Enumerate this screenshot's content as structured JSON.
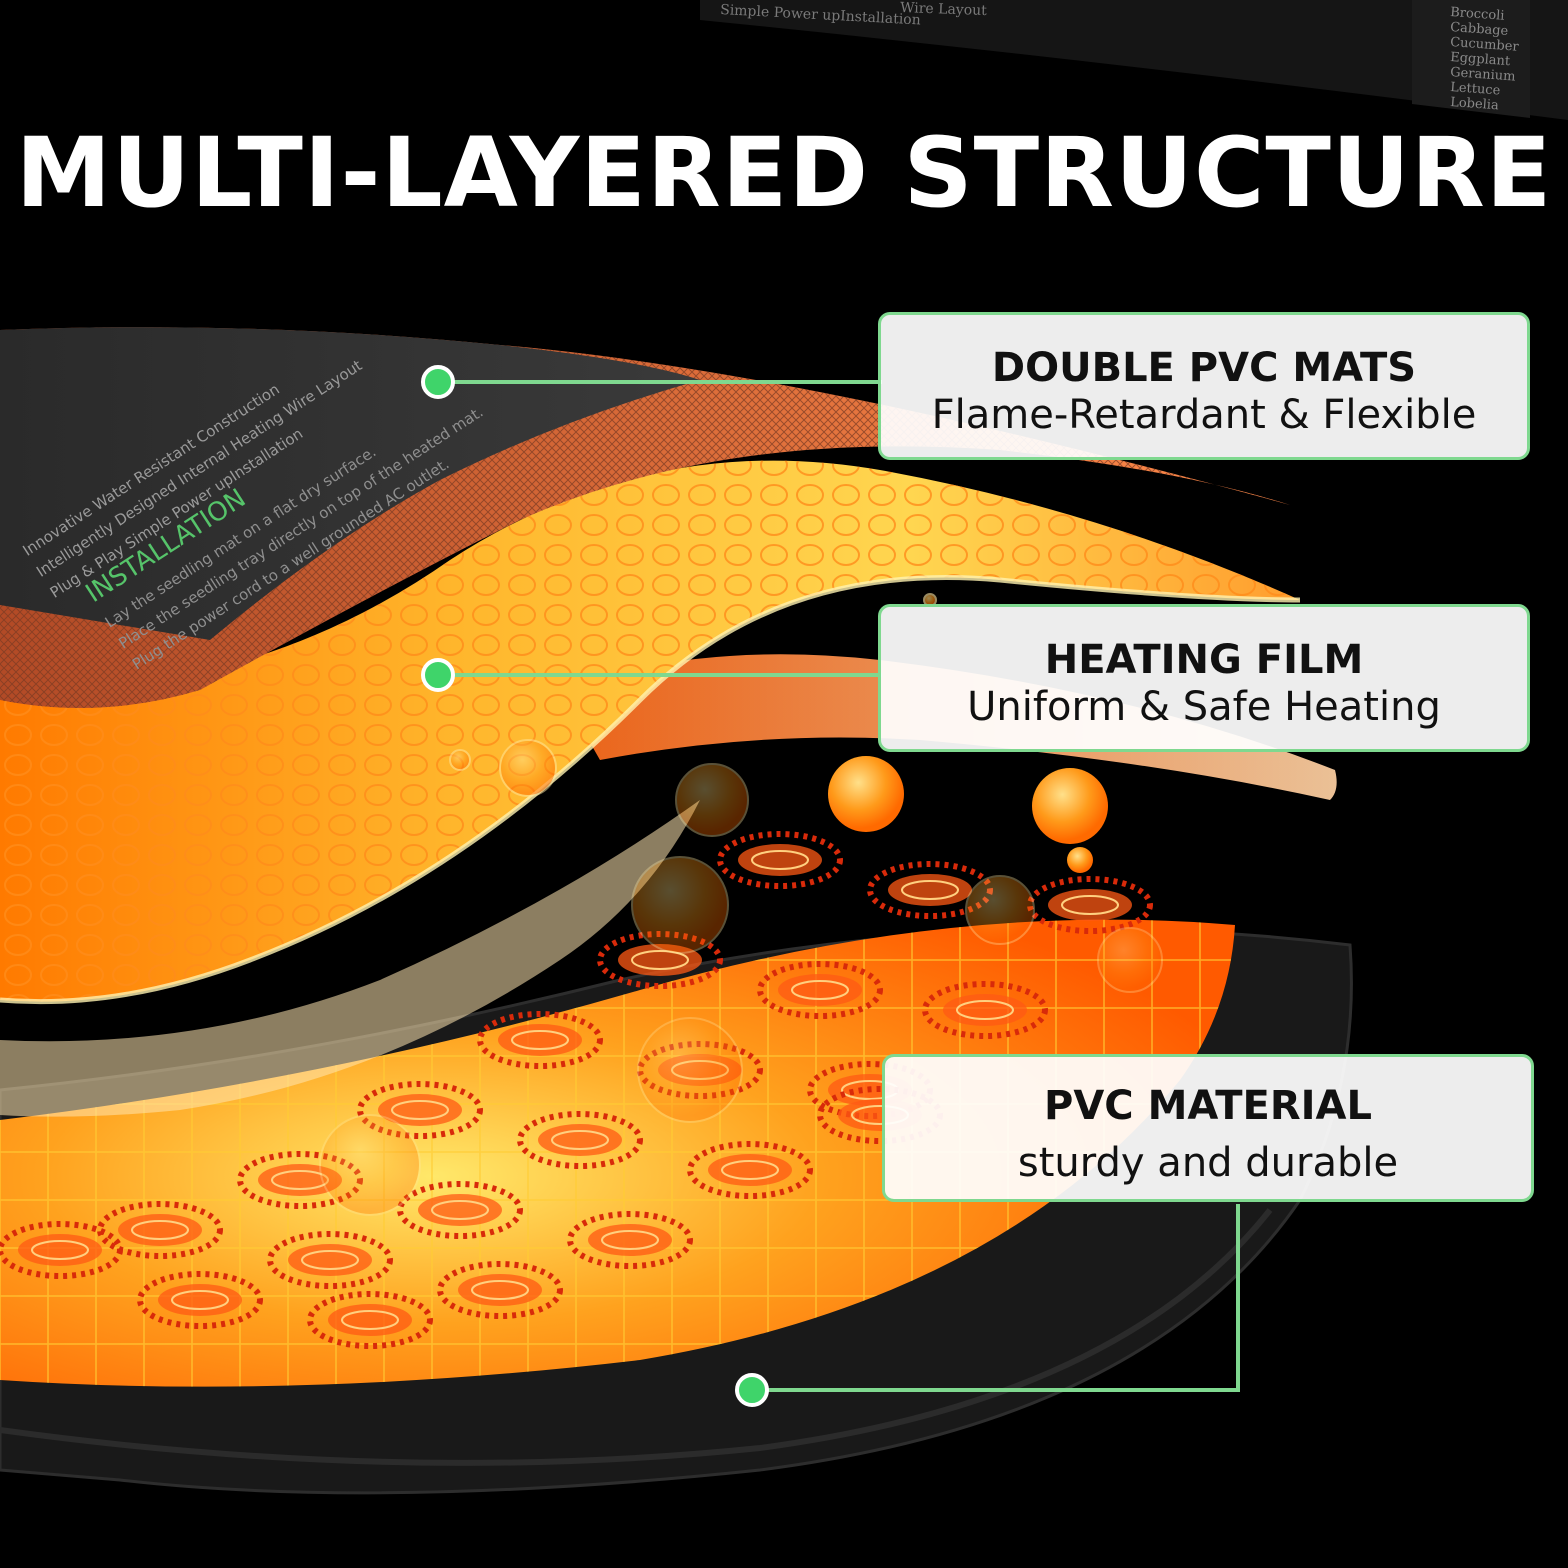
{
  "title": "MULTI-LAYERED STRUCTURE",
  "callouts": [
    {
      "heading": "DOUBLE PVC MATS",
      "subtitle": "Flame-Retardant & Flexible"
    },
    {
      "heading": "HEATING FILM",
      "subtitle": "Uniform & Safe Heating"
    },
    {
      "heading": "PVC MATERIAL",
      "subtitle": "sturdy and durable"
    }
  ],
  "mat_print": {
    "install_heading": "INSTALLATION",
    "install_steps": [
      "Lay the seedling mat on a flat dry surface.",
      "Place the seedling tray directly on top of the heated mat.",
      "Plug the power cord to a well grounded AC outlet."
    ],
    "features": [
      "Innovative Water Resistant Construction",
      "Intelligently Designed Internal Heating Wire Layout",
      "Plug & Play Simple Power upInstallation"
    ]
  },
  "background_print": {
    "wire_layout": "Wire Layout",
    "power_install": "Simple Power upInstallation",
    "plants": [
      "Broccoli",
      "Cabbage",
      "Cucumber",
      "Eggplant",
      "Geranium",
      "Lettuce",
      "Lobelia"
    ]
  },
  "colors": {
    "background": "#000000",
    "accent_green": "#7fd88f",
    "dot_green": "#3fd46a",
    "heat_orange": "#ff7a10",
    "heat_yellow": "#ffd23a"
  }
}
